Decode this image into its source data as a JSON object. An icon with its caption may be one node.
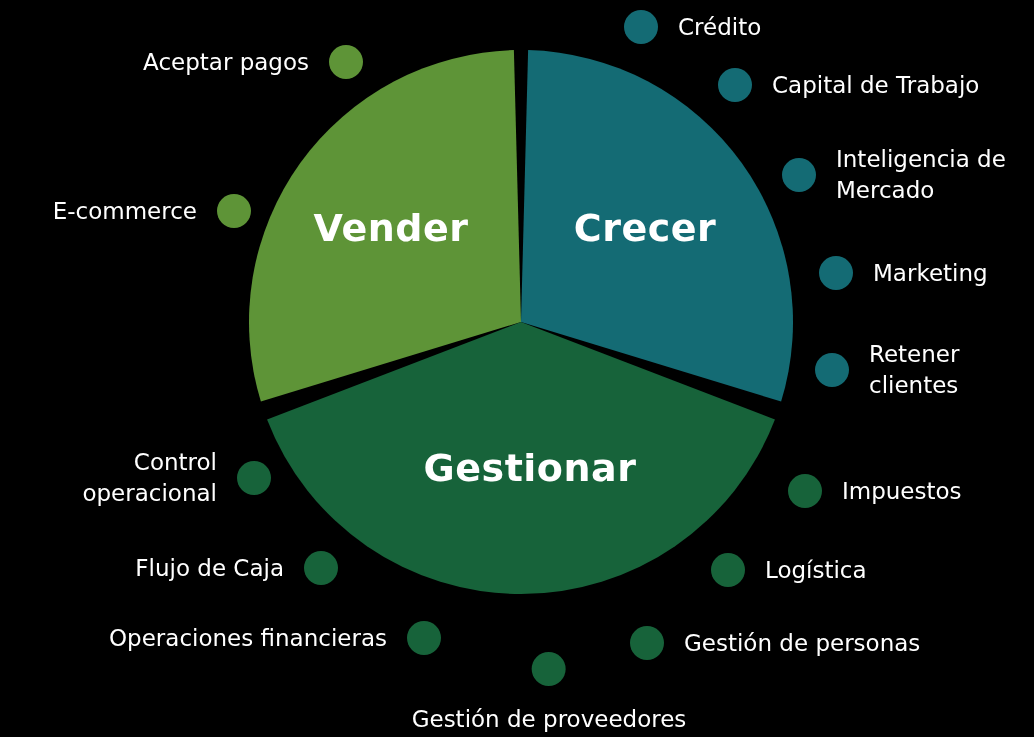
{
  "diagram": {
    "nodes": [
      {
        "text": [
          "Vender"
        ]
      },
      {
        "text": [
          "Crecer"
        ]
      },
      {
        "text": [
          "Gestionar"
        ]
      },
      {
        "text": [
          "Aceptar pagos"
        ]
      },
      {
        "text": [
          "E-commerce"
        ]
      },
      {
        "text": [
          "Crédito"
        ]
      },
      {
        "text": [
          "Capital de Trabajo"
        ]
      },
      {
        "text": [
          "Inteligencia de Mercado"
        ]
      },
      {
        "text": [
          "Marketing"
        ]
      },
      {
        "text": [
          "Retener clientes"
        ]
      },
      {
        "text": [
          "Control operacional"
        ]
      },
      {
        "text": [
          "Impuestos"
        ]
      },
      {
        "text": [
          "Flujo de Caja"
        ]
      },
      {
        "text": [
          "Logística"
        ]
      },
      {
        "text": [
          "Operaciones financieras"
        ]
      },
      {
        "text": [
          "Gestión de personas"
        ]
      },
      {
        "text": [
          "Gestión de proveedores"
        ]
      }
    ]
  }
}
